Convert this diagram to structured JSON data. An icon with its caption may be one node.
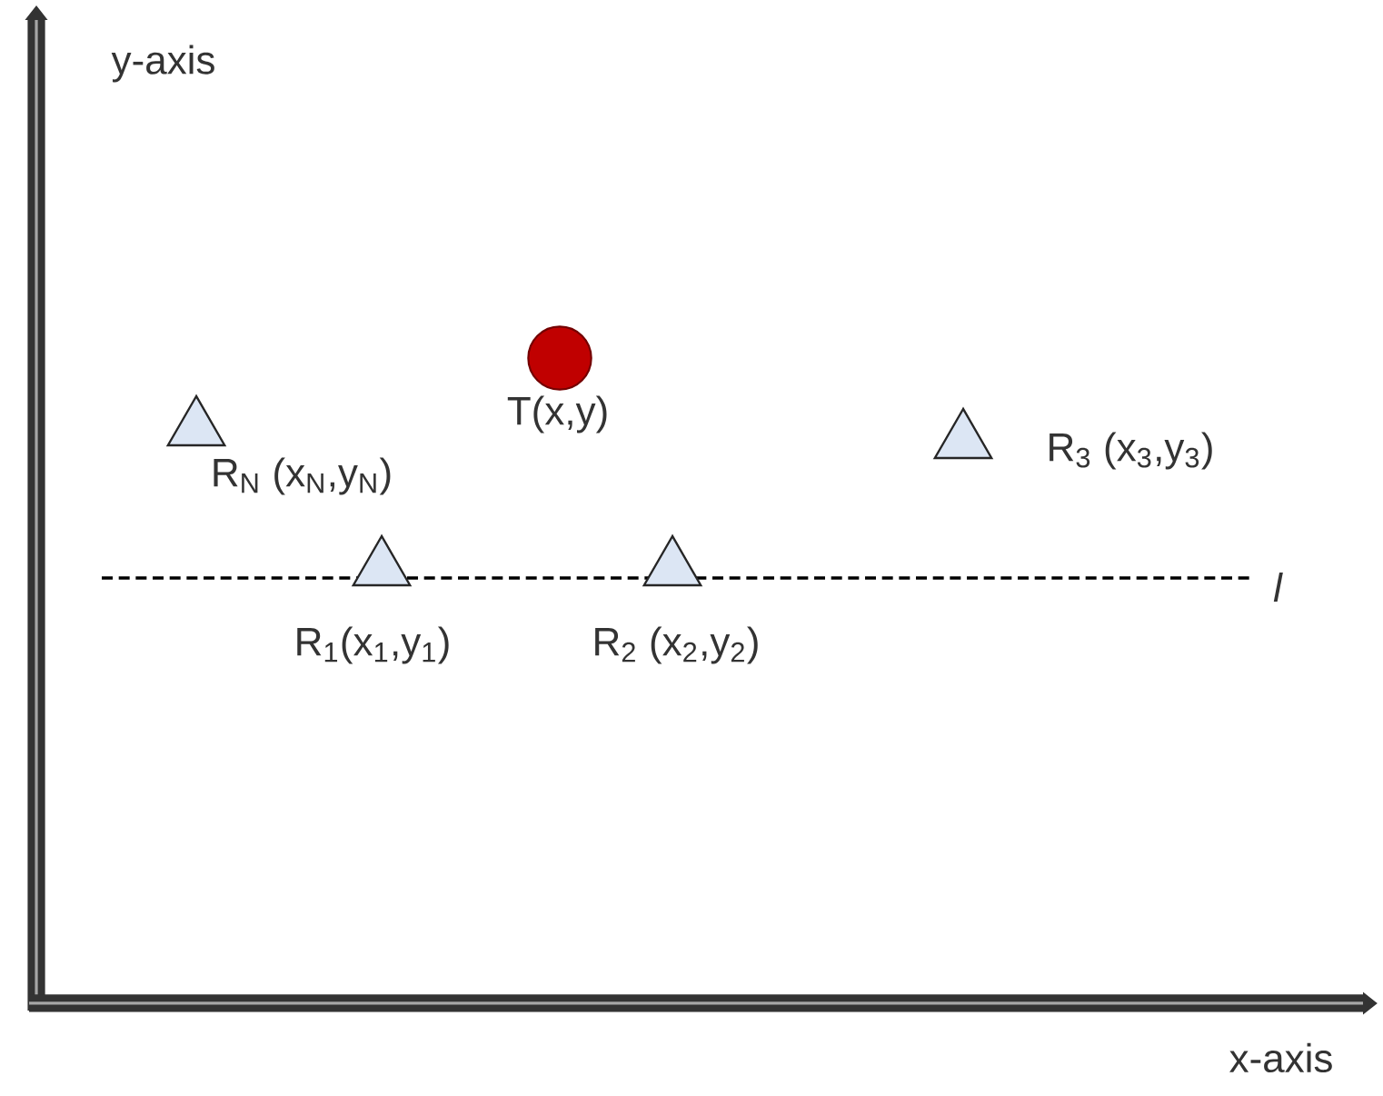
{
  "diagram": {
    "nodes": [
      {
        "text": [],
        "shape": "circle",
        "beside": [
          "T(x,y)"
        ]
      },
      {
        "text": [],
        "shape": "triangle",
        "beside": [
          "R$_{N}$ (x$_{N}$,y$_{N}$)"
        ]
      },
      {
        "text": [],
        "shape": "triangle",
        "beside": [
          "R$_{3}$ (x$_{3}$,y$_{3}$)"
        ]
      },
      {
        "text": [],
        "shape": "triangle",
        "beside": [
          "R$_{1}$(x$_{1}$,y$_{1}$)"
        ]
      },
      {
        "text": [],
        "shape": "triangle",
        "beside": [
          "R$_{2}$ (x$_{2}$,y$_{2}$)"
        ]
      }
    ],
    "labels": [
      "y-axis",
      "l",
      "x-axis"
    ]
  }
}
